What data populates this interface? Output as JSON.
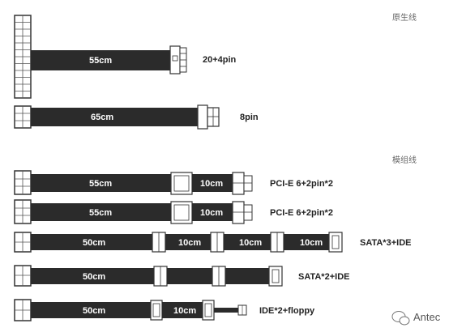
{
  "section_labels": {
    "native": "原生线",
    "modular": "模组线"
  },
  "cables": [
    {
      "length": "55cm",
      "connector": "20+4pin"
    },
    {
      "length": "65cm",
      "connector": "8pin"
    },
    {
      "length": "55cm",
      "segment": "10cm",
      "connector": "PCI-E 6+2pin*2"
    },
    {
      "length": "55cm",
      "segment": "10cm",
      "connector": "PCI-E 6+2pin*2"
    },
    {
      "length": "50cm",
      "segments": [
        "10cm",
        "10cm",
        "10cm"
      ],
      "connector": "SATA*3+IDE"
    },
    {
      "length": "50cm",
      "connector": "SATA*2+IDE"
    },
    {
      "length": "50cm",
      "segment": "10cm",
      "connector": "IDE*2+floppy"
    }
  ],
  "watermark": "Antec",
  "colors": {
    "cable": "#2b2b2b",
    "outline": "#333333",
    "background": "#ffffff",
    "muted_text": "#666666"
  }
}
